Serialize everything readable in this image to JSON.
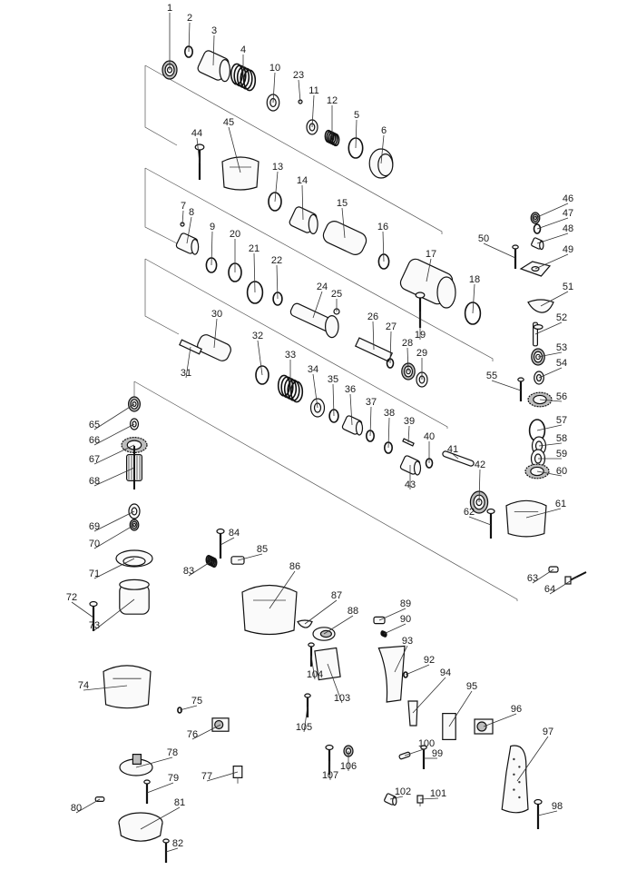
{
  "diagram": {
    "title": "Exploded parts diagram",
    "colors": {
      "line": "#333333",
      "part_outline": "#111111",
      "part_fill": "#fafafa",
      "background": "#ffffff"
    },
    "parts": [
      {
        "no": "1",
        "shape": "bearing"
      },
      {
        "no": "2",
        "shape": "ring"
      },
      {
        "no": "3",
        "shape": "sleeve"
      },
      {
        "no": "4",
        "shape": "spring"
      },
      {
        "no": "5",
        "shape": "ring"
      },
      {
        "no": "6",
        "shape": "cap"
      },
      {
        "no": "7",
        "shape": "ball"
      },
      {
        "no": "8",
        "shape": "sleeve"
      },
      {
        "no": "9",
        "shape": "ring"
      },
      {
        "no": "10",
        "shape": "washer"
      },
      {
        "no": "11",
        "shape": "washer"
      },
      {
        "no": "12",
        "shape": "spring"
      },
      {
        "no": "13",
        "shape": "ring"
      },
      {
        "no": "14",
        "shape": "sleeve"
      },
      {
        "no": "15",
        "shape": "cylinder"
      },
      {
        "no": "16",
        "shape": "ring"
      },
      {
        "no": "17",
        "shape": "barrel"
      },
      {
        "no": "18",
        "shape": "ring"
      },
      {
        "no": "19",
        "shape": "screw"
      },
      {
        "no": "20",
        "shape": "ring"
      },
      {
        "no": "21",
        "shape": "ring"
      },
      {
        "no": "22",
        "shape": "ring"
      },
      {
        "no": "23",
        "shape": "ball"
      },
      {
        "no": "24",
        "shape": "spindle"
      },
      {
        "no": "25",
        "shape": "ball"
      },
      {
        "no": "26",
        "shape": "pin"
      },
      {
        "no": "27",
        "shape": "ring"
      },
      {
        "no": "28",
        "shape": "bearing"
      },
      {
        "no": "29",
        "shape": "washer"
      },
      {
        "no": "30",
        "shape": "cylinder"
      },
      {
        "no": "31",
        "shape": "pin"
      },
      {
        "no": "32",
        "shape": "ring"
      },
      {
        "no": "33",
        "shape": "spring"
      },
      {
        "no": "34",
        "shape": "washer"
      },
      {
        "no": "35",
        "shape": "ring"
      },
      {
        "no": "36",
        "shape": "sleeve"
      },
      {
        "no": "37",
        "shape": "ring"
      },
      {
        "no": "38",
        "shape": "ring"
      },
      {
        "no": "39",
        "shape": "pin"
      },
      {
        "no": "40",
        "shape": "ring"
      },
      {
        "no": "41",
        "shape": "rod"
      },
      {
        "no": "42",
        "shape": "bearing"
      },
      {
        "no": "43",
        "shape": "sleeve"
      },
      {
        "no": "44",
        "shape": "screw"
      },
      {
        "no": "45",
        "shape": "housing"
      },
      {
        "no": "46",
        "shape": "bearing"
      },
      {
        "no": "47",
        "shape": "ring"
      },
      {
        "no": "48",
        "shape": "sleeve"
      },
      {
        "no": "49",
        "shape": "plate"
      },
      {
        "no": "50",
        "shape": "screw"
      },
      {
        "no": "51",
        "shape": "gasket"
      },
      {
        "no": "52",
        "shape": "shaft"
      },
      {
        "no": "53",
        "shape": "bearing"
      },
      {
        "no": "54",
        "shape": "washer"
      },
      {
        "no": "55",
        "shape": "screw"
      },
      {
        "no": "56",
        "shape": "gear"
      },
      {
        "no": "57",
        "shape": "ring"
      },
      {
        "no": "58",
        "shape": "washer"
      },
      {
        "no": "59",
        "shape": "washer"
      },
      {
        "no": "60",
        "shape": "gear"
      },
      {
        "no": "61",
        "shape": "housing"
      },
      {
        "no": "62",
        "shape": "screw"
      },
      {
        "no": "63",
        "shape": "plug"
      },
      {
        "no": "64",
        "shape": "cord"
      },
      {
        "no": "65",
        "shape": "bearing"
      },
      {
        "no": "66",
        "shape": "washer"
      },
      {
        "no": "67",
        "shape": "gear"
      },
      {
        "no": "68",
        "shape": "armature"
      },
      {
        "no": "69",
        "shape": "washer"
      },
      {
        "no": "70",
        "shape": "bearing"
      },
      {
        "no": "71",
        "shape": "baffle"
      },
      {
        "no": "72",
        "shape": "screw"
      },
      {
        "no": "73",
        "shape": "stator"
      },
      {
        "no": "74",
        "shape": "housing"
      },
      {
        "no": "75",
        "shape": "ring"
      },
      {
        "no": "76",
        "shape": "switch"
      },
      {
        "no": "77",
        "shape": "capacitor"
      },
      {
        "no": "78",
        "shape": "brush-holder"
      },
      {
        "no": "79",
        "shape": "screw"
      },
      {
        "no": "80",
        "shape": "brush"
      },
      {
        "no": "81",
        "shape": "cover"
      },
      {
        "no": "82",
        "shape": "screw"
      },
      {
        "no": "83",
        "shape": "spring"
      },
      {
        "no": "84",
        "shape": "screw"
      },
      {
        "no": "85",
        "shape": "block"
      },
      {
        "no": "86",
        "shape": "housing"
      },
      {
        "no": "87",
        "shape": "gasket"
      },
      {
        "no": "88",
        "shape": "knob"
      },
      {
        "no": "89",
        "shape": "button"
      },
      {
        "no": "90",
        "shape": "spring"
      },
      {
        "no": "92",
        "shape": "ring"
      },
      {
        "no": "93",
        "shape": "handle"
      },
      {
        "no": "94",
        "shape": "trigger"
      },
      {
        "no": "95",
        "shape": "bracket"
      },
      {
        "no": "96",
        "shape": "switch"
      },
      {
        "no": "97",
        "shape": "grip"
      },
      {
        "no": "98",
        "shape": "screw"
      },
      {
        "no": "99",
        "shape": "screw"
      },
      {
        "no": "100",
        "shape": "clamp"
      },
      {
        "no": "101",
        "shape": "capacitor"
      },
      {
        "no": "102",
        "shape": "sleeve"
      },
      {
        "no": "103",
        "shape": "label"
      },
      {
        "no": "104",
        "shape": "screw"
      },
      {
        "no": "105",
        "shape": "screw"
      },
      {
        "no": "106",
        "shape": "bushing"
      },
      {
        "no": "107",
        "shape": "screw"
      }
    ]
  }
}
